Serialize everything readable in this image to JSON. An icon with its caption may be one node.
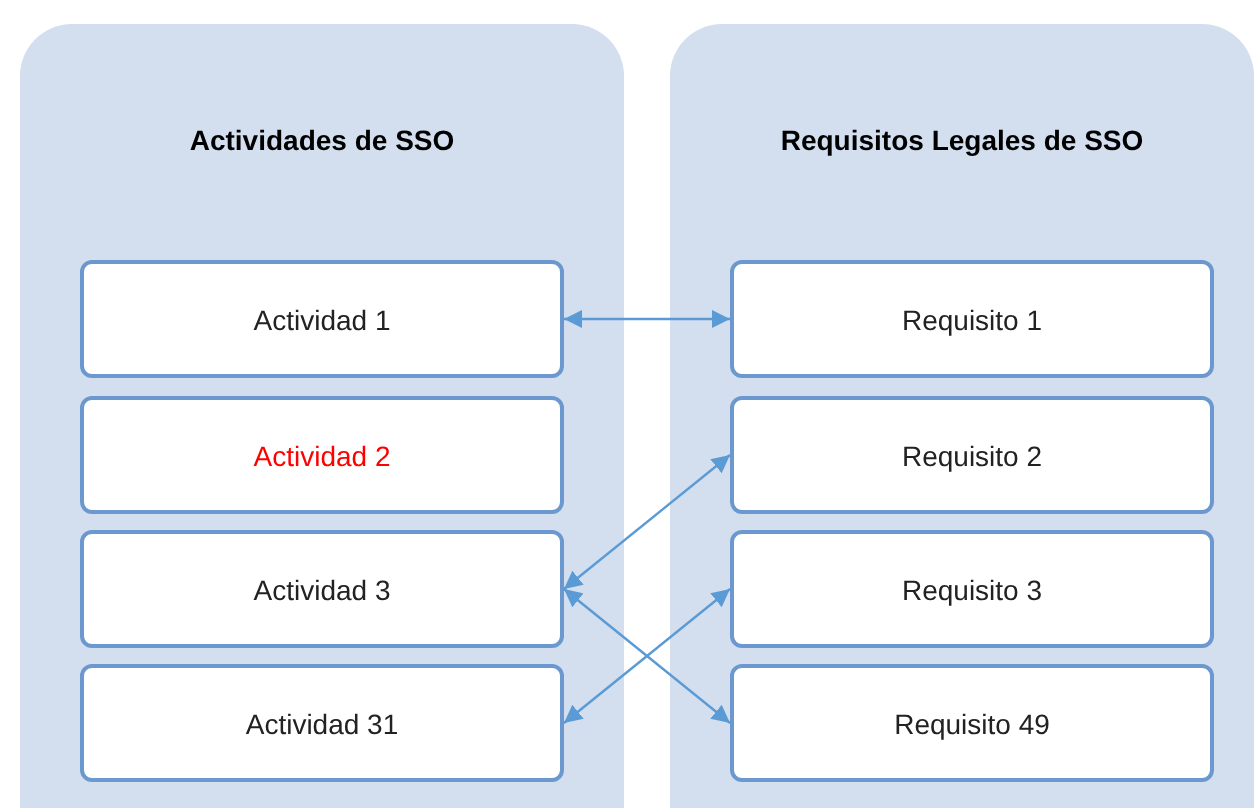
{
  "diagram": {
    "nodes": [
      {
        "text": [
          "Actividades de SSO"
        ]
      },
      {
        "text": [
          "Actividad 1"
        ],
        "in": 0
      },
      {
        "text": [
          "Actividad 2"
        ],
        "in": 0
      },
      {
        "text": [
          "Actividad 3"
        ],
        "in": 0
      },
      {
        "text": [
          "Actividad 31"
        ],
        "in": 0
      },
      {
        "text": [
          "Requisitos Legales de SSO"
        ]
      },
      {
        "text": [
          "Requisito 1"
        ],
        "in": 5
      },
      {
        "text": [
          "Requisito 2"
        ],
        "in": 5
      },
      {
        "text": [
          "Requisito 3"
        ],
        "in": 5
      },
      {
        "text": [
          "Requisito 49"
        ],
        "in": 5
      }
    ],
    "edges": [
      {
        "from": 1,
        "to": 6,
        "arrow": "both"
      },
      {
        "from": 3,
        "to": 7,
        "arrow": "both"
      },
      {
        "from": 3,
        "to": 9,
        "arrow": "both"
      },
      {
        "from": 4,
        "to": 8,
        "arrow": "both"
      }
    ]
  }
}
